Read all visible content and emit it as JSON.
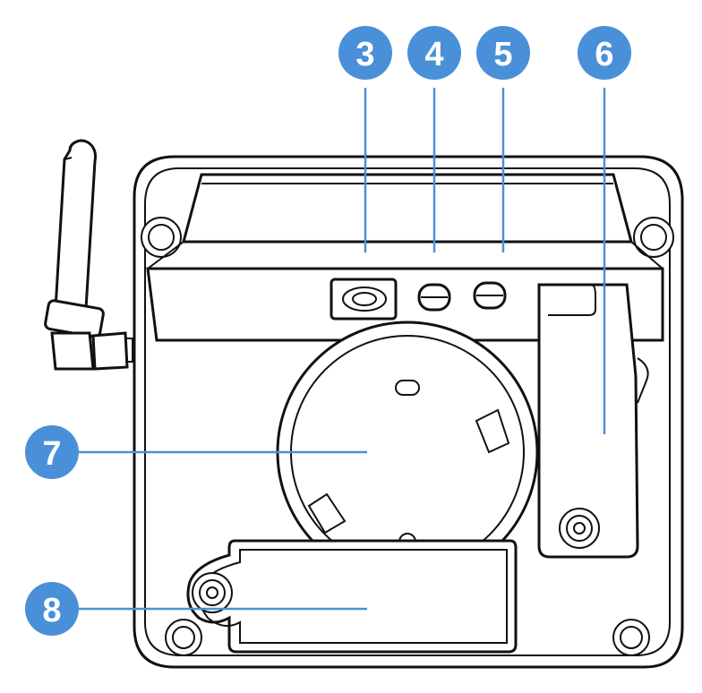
{
  "callouts": [
    {
      "id": "3",
      "label": "3"
    },
    {
      "id": "4",
      "label": "4"
    },
    {
      "id": "5",
      "label": "5"
    },
    {
      "id": "6",
      "label": "6"
    },
    {
      "id": "7",
      "label": "7"
    },
    {
      "id": "8",
      "label": "8"
    }
  ],
  "colors": {
    "callout_blue": "#4a90d9",
    "line_art": "#111111",
    "background": "#ffffff"
  }
}
